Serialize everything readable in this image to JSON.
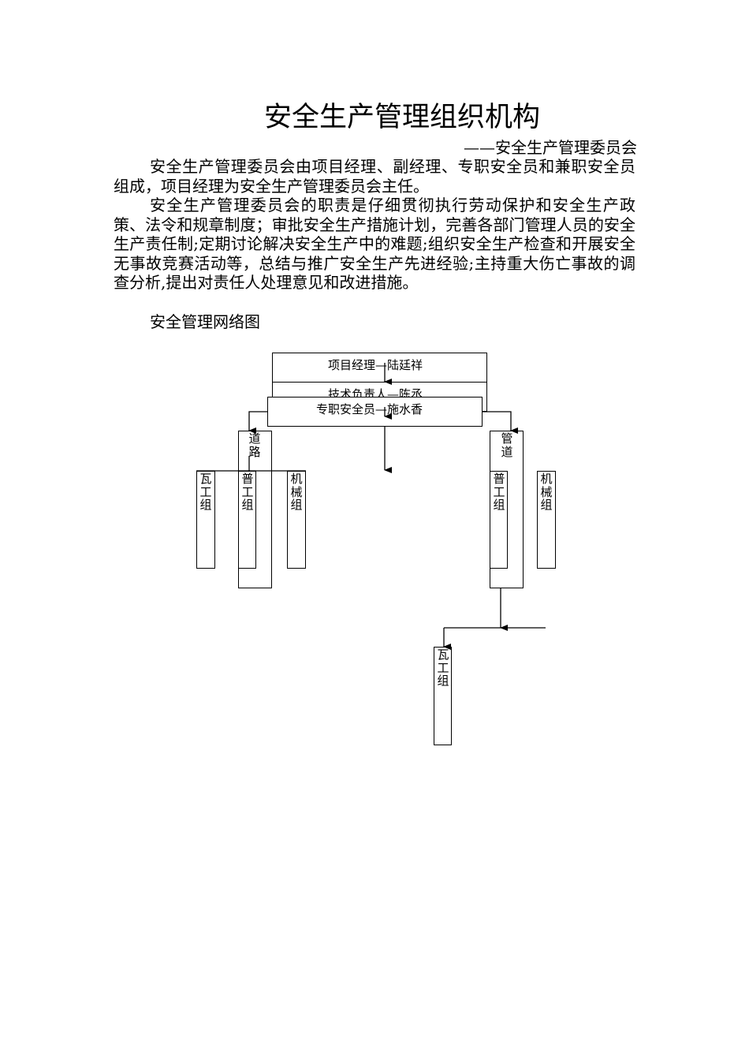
{
  "document": {
    "title": "安全生产管理组织机构",
    "subtitle": "——安全生产管理委员会",
    "paragraph1": "安全生产管理委员会由项目经理、副经理、专职安全员和兼职安全员组成，项目经理为安全生产管理委员会主任。",
    "paragraph2": "安全生产管理委员会的职责是仔细贯彻执行劳动保护和安全生产政策、法令和规章制度；审批安全生产措施计划，完善各部门管理人员的安全生产责任制;定期讨论解决安全生产中的难题;组织安全生产检查和开展安全无事故竞赛活动等，总结与推广安全生产先进经验;主持重大伤亡事故的调查分析,提出对责任人处理意见和改进措施。",
    "paragraph3": "安全管理网络图"
  },
  "diagram": {
    "manager": "项目经理—陆廷祥",
    "tech_lead": "技术负责人—陈丞",
    "safety_officer": "专职安全员—施水香",
    "road": "道路",
    "pipeline": "管道",
    "road_tile": "瓦工组",
    "road_labor": "普工组",
    "road_machine": "机械组",
    "pipe_labor": "普工组",
    "pipe_machine": "机械组",
    "pipe_tile": "瓦工组"
  }
}
